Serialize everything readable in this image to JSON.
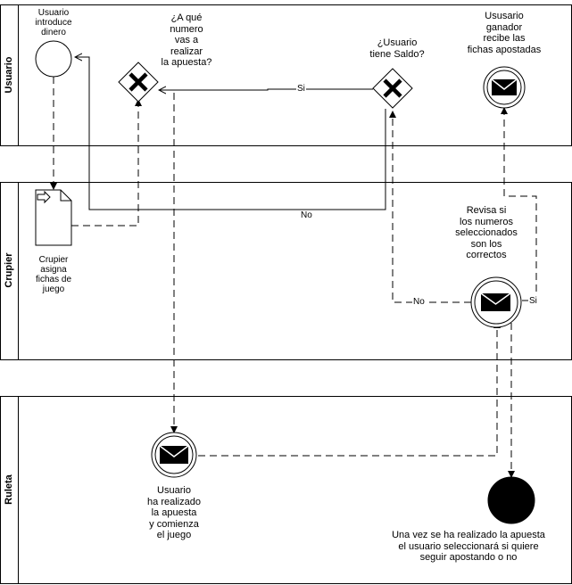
{
  "lanes": {
    "usuario": "Usuario",
    "crupier": "Crupier",
    "ruleta": "Ruleta"
  },
  "nodes": {
    "usuario_introduce": "Usuario\nintroduce\ndinero",
    "a_que_numero": "¿A qué\nnumero\nvas a\nrealizar\nla apuesta?",
    "usuario_tiene_saldo": "¿Usuario\ntiene Saldo?",
    "usuario_ganador": "Ususario\nganador\nrecibe las\nfichas apostadas",
    "crupier_asigna": "Crupier\nasigna\nfichas de\njuego",
    "revisa": "Revisa si\nlos numeros\nseleccionados\nson los\ncorrectos",
    "usuario_realizado": "Usuario\nha realizado\nla apuesta\ny comienza\nel juego",
    "fin": "Una vez se ha realizado la apuesta\nel usuario seleccionará si quiere\nseguir apostando o no"
  },
  "edges": {
    "si_saldo": "Si",
    "no_saldo": "No",
    "no_revisa": "No",
    "si_revisa": "Si"
  },
  "icons": {
    "gateway": "x-icon",
    "message": "envelope-icon",
    "task": "document-icon"
  }
}
